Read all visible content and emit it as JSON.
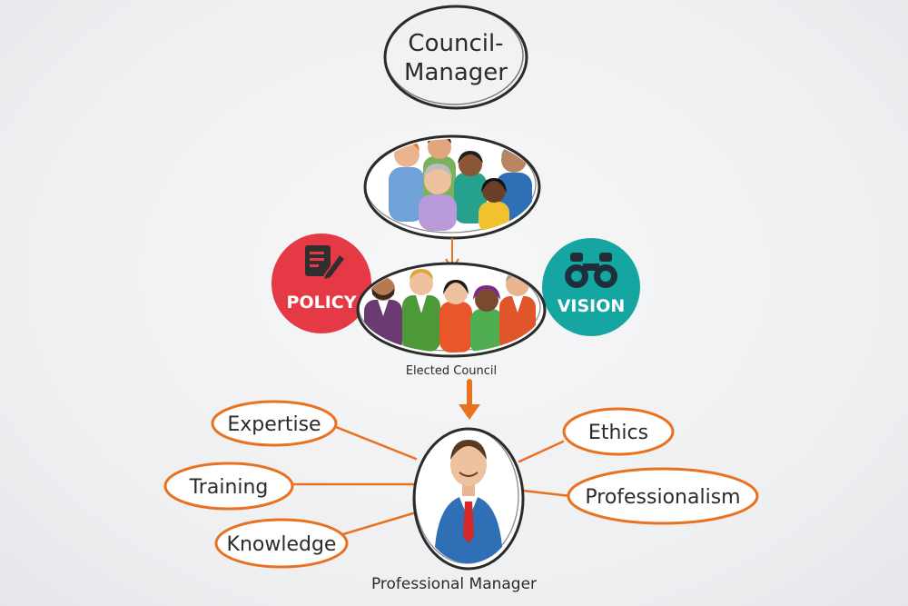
{
  "title": {
    "line1": "Council-",
    "line2": "Manager"
  },
  "badges": {
    "policy": {
      "label": "POLICY",
      "icon": "document-pen-icon",
      "color": "#e63946"
    },
    "vision": {
      "label": "VISION",
      "icon": "binoculars-icon",
      "color": "#16a6a2"
    }
  },
  "elected_council_label": "Elected Council",
  "professional_manager_label": "Professional Manager",
  "qualities": {
    "expertise": "Expertise",
    "training": "Training",
    "knowledge": "Knowledge",
    "ethics": "Ethics",
    "professionalism": "Professionalism"
  },
  "colors": {
    "accent": "#e8721f",
    "ink": "#2b2b2b"
  }
}
